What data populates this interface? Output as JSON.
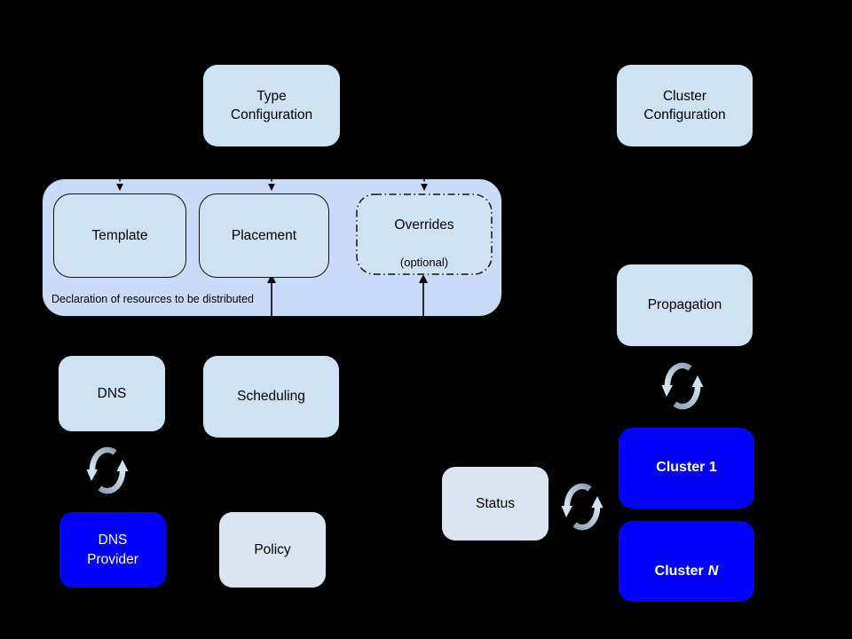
{
  "colors": {
    "background": "#000000",
    "container_fill": "#c9dbf8",
    "box_fill": "#cfe2f3",
    "pale_box_fill": "#dbe5f1",
    "blue_box_fill": "#0000fb",
    "box_text": "#000000",
    "blue_box_text": "#ffffff",
    "line": "#000000"
  },
  "icons": {
    "sync": "circular-sync-arrows"
  },
  "nodes": {
    "type_configuration": "Type\nConfiguration",
    "cluster_configuration": "Cluster\nConfiguration",
    "template": "Template",
    "placement": "Placement",
    "overrides": "Overrides",
    "overrides_note": "(optional)",
    "declaration_caption": "Declaration of resources to be distributed",
    "dns": "DNS",
    "scheduling": "Scheduling",
    "dns_provider": "DNS\nProvider",
    "policy": "Policy",
    "status": "Status",
    "propagation": "Propagation",
    "cluster_1": "Cluster 1",
    "cluster_n_prefix": "Cluster",
    "cluster_n_var": "N"
  }
}
